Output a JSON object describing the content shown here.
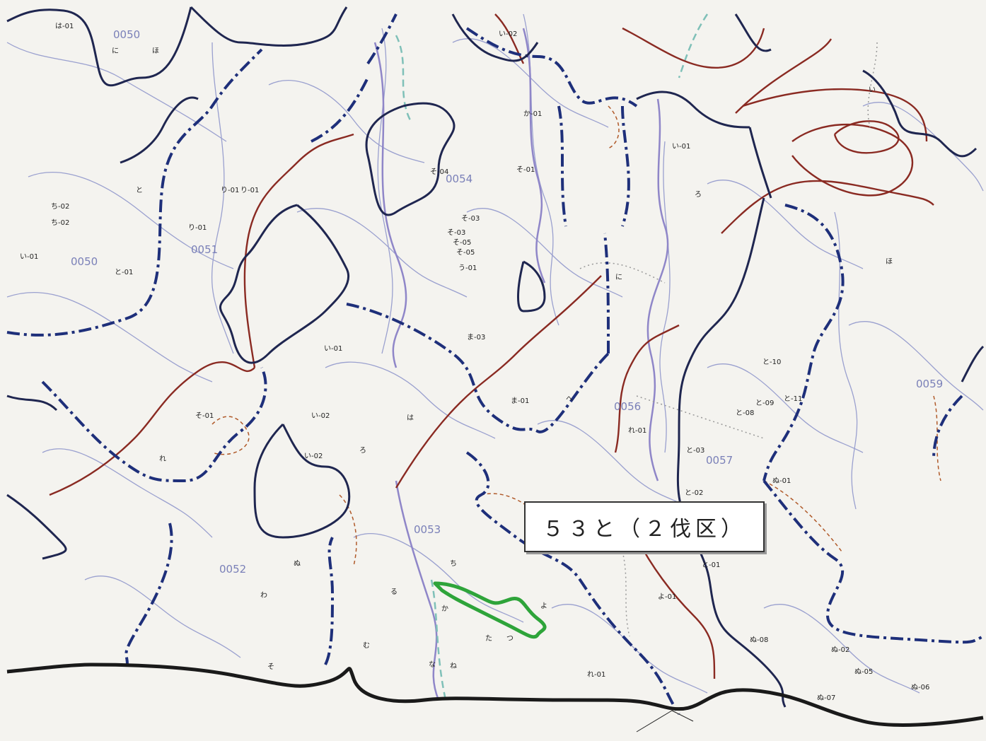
{
  "map": {
    "title_label": "５３と（２伐区）",
    "highlight_color": "#2ea43a",
    "compartments": [
      "0050",
      "0050",
      "0051",
      "0052",
      "0053",
      "0054",
      "0056",
      "0057",
      "0059"
    ],
    "sub_labels": [
      "は-01",
      "に",
      "ほ",
      "ち-02",
      "ち-02",
      "と",
      "り-01",
      "り-01",
      "り-01",
      "と-01",
      "う-01",
      "そ-01",
      "そ-03",
      "そ-03",
      "そ-05",
      "そ-05",
      "そ-04",
      "い-01",
      "い-02",
      "ま-03",
      "ま-01",
      "い-01",
      "い-02",
      "ろ",
      "れ-01",
      "と-03",
      "と-02",
      "と-08",
      "と-09",
      "と-10",
      "と-11",
      "ぬ-01",
      "ぬ-02",
      "ぬ-05",
      "ぬ-06",
      "ぬ-07",
      "ぬ-08",
      "よ-01",
      "そ-01",
      "い-02",
      "い-01",
      "か-01",
      "と-01",
      "れ-01",
      "ち",
      "よ",
      "た",
      "つ",
      "な",
      "ね",
      "む",
      "ぬ",
      "る",
      "わ",
      "か",
      "そ",
      "れ",
      "は",
      "に",
      "ほ",
      "へ",
      "ろ",
      "い"
    ]
  }
}
